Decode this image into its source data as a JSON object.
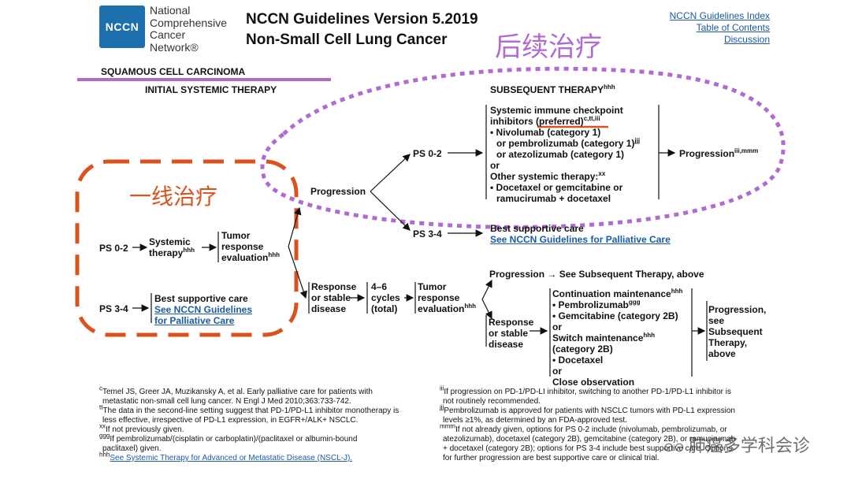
{
  "header": {
    "logo_abbrev": "NCCN",
    "org_name_lines": [
      "National",
      "Comprehensive",
      "Cancer",
      "Network®"
    ],
    "title_line1": "NCCN Guidelines Version 5.2019",
    "title_line2": "Non-Small Cell Lung Cancer",
    "links": [
      "NCCN Guidelines Index",
      "Table of Contents",
      "Discussion"
    ]
  },
  "annotations": {
    "subsequent_cn": "后续治疗",
    "first_line_cn": "一线治疗",
    "watermark": "肺癌多学科会诊"
  },
  "section_title": "SQUAMOUS CELL CARCINOMA",
  "initial": {
    "heading": "INITIAL SYSTEMIC THERAPY",
    "ps02": "PS 0-2",
    "systemic_therapy": "Systemic",
    "systemic_therapy2": "therapy",
    "tumor_response": [
      "Tumor",
      "response",
      "evaluation"
    ],
    "ps34": "PS 3-4",
    "bsc": "Best supportive care",
    "bsc_link": [
      "See NCCN Guidelines",
      "for Palliative Care"
    ]
  },
  "progression_label": "Progression",
  "subsequent": {
    "heading": "SUBSEQUENT THERAPY",
    "ps02": "PS 0-2",
    "ici_line1": "Systemic immune checkpoint",
    "ici_line2": "inhibitors (preferred)",
    "items": [
      "• Nivolumab (category 1)",
      "or pembrolizumab (category 1)",
      "or atezolizumab (category 1)",
      "or",
      "Other systemic therapy:",
      "• Docetaxel or gemcitabine or",
      "ramucirumab + docetaxel"
    ],
    "progression_out": "Progression",
    "ps34": "PS 3-4",
    "bsc": "Best supportive care",
    "bsc_link": "See NCCN Guidelines for Palliative Care"
  },
  "response": {
    "response_stable": [
      "Response",
      "or stable",
      "disease"
    ],
    "cycles": [
      "4–6",
      "cycles",
      "(total)"
    ],
    "tumor_response": [
      "Tumor",
      "response",
      "evaluation"
    ],
    "progression_see": "Progression → See Subsequent Therapy, above",
    "response_stable2": [
      "Response",
      "or stable",
      "disease"
    ],
    "maintenance": [
      "Continuation maintenance",
      "• Pembrolizumab",
      "• Gemcitabine (category 2B)",
      "or",
      "Switch maintenance",
      "(category 2B)",
      "• Docetaxel",
      "or",
      "Close observation"
    ],
    "final": [
      "Progression,",
      "see",
      "Subsequent",
      "Therapy,",
      "above"
    ]
  },
  "footnotes_left": [
    "Temel JS, Greer JA, Muzikansky A, et al. Early palliative care for patients with",
    "metastatic non-small cell lung cancer. N Engl J Med 2010;363:733-742.",
    "The data in the second-line setting suggest that PD-1/PD-L1 inhibitor monotherapy is",
    "less effective, irrespective of PD-L1 expression, in EGFR+/ALK+ NSCLC.",
    "If not previously given.",
    "If pembrolizumab/(cisplatin or carboplatin)/(paclitaxel or albumin-bound",
    "paclitaxel) given.",
    "See Systemic Therapy for Advanced or Metastatic Disease (NSCL-J)."
  ],
  "footnotes_right": [
    "If progression on PD-1/PD-LI inhibitor, switching to another PD-1/PD-L1 inhibitor is",
    "not routinely recommended.",
    "Pembrolizumab is approved for patients with NSCLC tumors with PD-L1 expression",
    "levels ≥1%, as determined by an FDA-approved test.",
    "If not already given, options for PS 0-2 include (nivolumab, pembrolizumab, or",
    "atezolizumab), docetaxel (category 2B), gemcitabine (category 2B), or ramucirumab",
    "+ docetaxel (category 2B); options for PS 3-4 include best supportive care. Options",
    "for further progression are best supportive care or clinical trial."
  ],
  "colors": {
    "accent_purple": "#b06ad0",
    "accent_orange": "#d9531e",
    "link_blue": "#1a5aa8",
    "logo_blue": "#1d6fae"
  }
}
